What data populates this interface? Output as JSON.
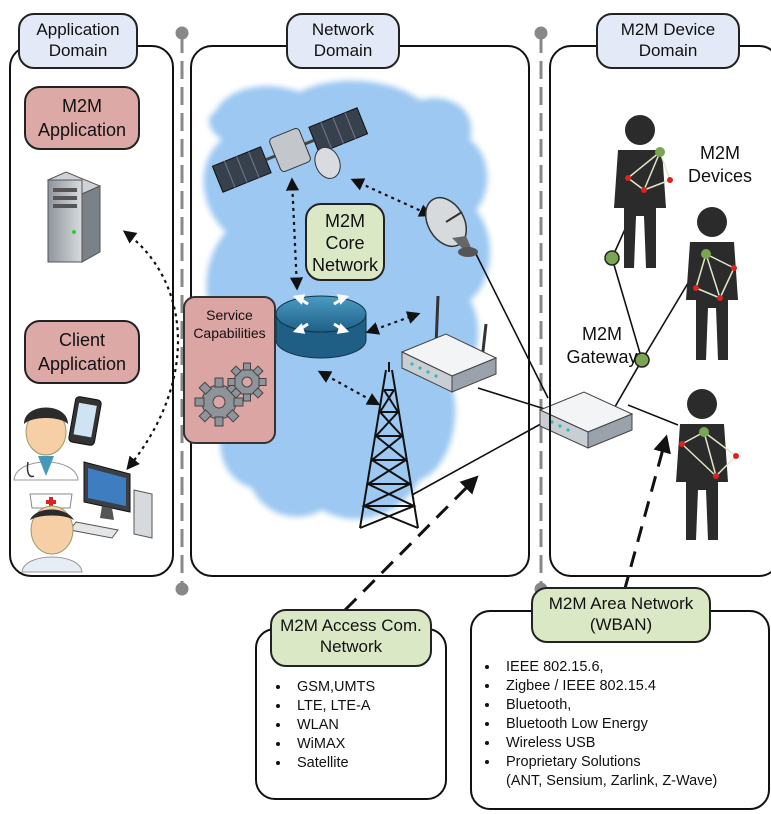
{
  "domains": {
    "application": "Application Domain",
    "network": "Network Domain",
    "device": "M2M Device Domain"
  },
  "labels": {
    "m2m_application": "M2M Application",
    "client_application": "Client Application",
    "core_network": "M2M Core Network",
    "service_capabilities": "Service Capabilities",
    "gateway": "M2M Gateway",
    "devices": "M2M Devices"
  },
  "access_network": {
    "title": "M2M Access Com. Network",
    "items": [
      "GSM,UMTS",
      "LTE, LTE-A",
      "WLAN",
      "WiMAX",
      "Satellite"
    ]
  },
  "area_network": {
    "title": "M2M Area Network (WBAN)",
    "items": [
      "IEEE 802.15.6,",
      "Zigbee / IEEE 802.15.4",
      "Bluetooth,",
      "Bluetooth Low Energy",
      "Wireless USB",
      "Proprietary Solutions",
      "(ANT, Sensium, Zarlink, Z-Wave)"
    ]
  },
  "colors": {
    "domain_tag": "#e3e9f6",
    "app_tag": "#dca9a7",
    "network_tag": "#dbe8c6",
    "cloud": "#9cc8f2",
    "node": "#7aa653"
  },
  "icons": [
    "server-icon",
    "satellite-icon",
    "dish-antenna-icon",
    "router-icon",
    "wifi-router-icon",
    "cell-tower-icon",
    "gear-icon",
    "doctor-icon",
    "nurse-icon",
    "computer-icon",
    "smartphone-icon",
    "gateway-icon",
    "person-icon"
  ]
}
